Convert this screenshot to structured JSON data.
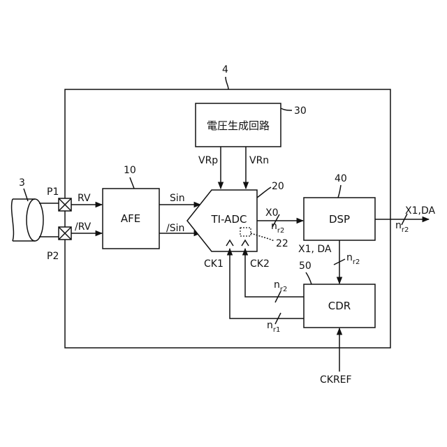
{
  "labels": {
    "device": "4",
    "cable": "3",
    "port1": "P1",
    "port2": "P2",
    "rv": "RV",
    "rv_bar": "/RV",
    "afe_ref": "10",
    "afe": "AFE",
    "sin": "Sin",
    "sin_bar": "/Sin",
    "vgen": "電圧生成回路",
    "vgen_ref": "30",
    "vrp": "VRp",
    "vrn": "VRn",
    "adc_ref": "20",
    "adc": "TI-ADC",
    "adc_sub_ref": "22",
    "x0": "X0",
    "n": "n",
    "r2": "r2",
    "r1": "r1",
    "dsp_ref": "40",
    "dsp": "DSP",
    "x1da_out": "X1,DA",
    "x1da": "X1, DA",
    "cdr_ref": "50",
    "cdr": "CDR",
    "ck1": "CK1",
    "ck2": "CK2",
    "ckref": "CKREF"
  }
}
